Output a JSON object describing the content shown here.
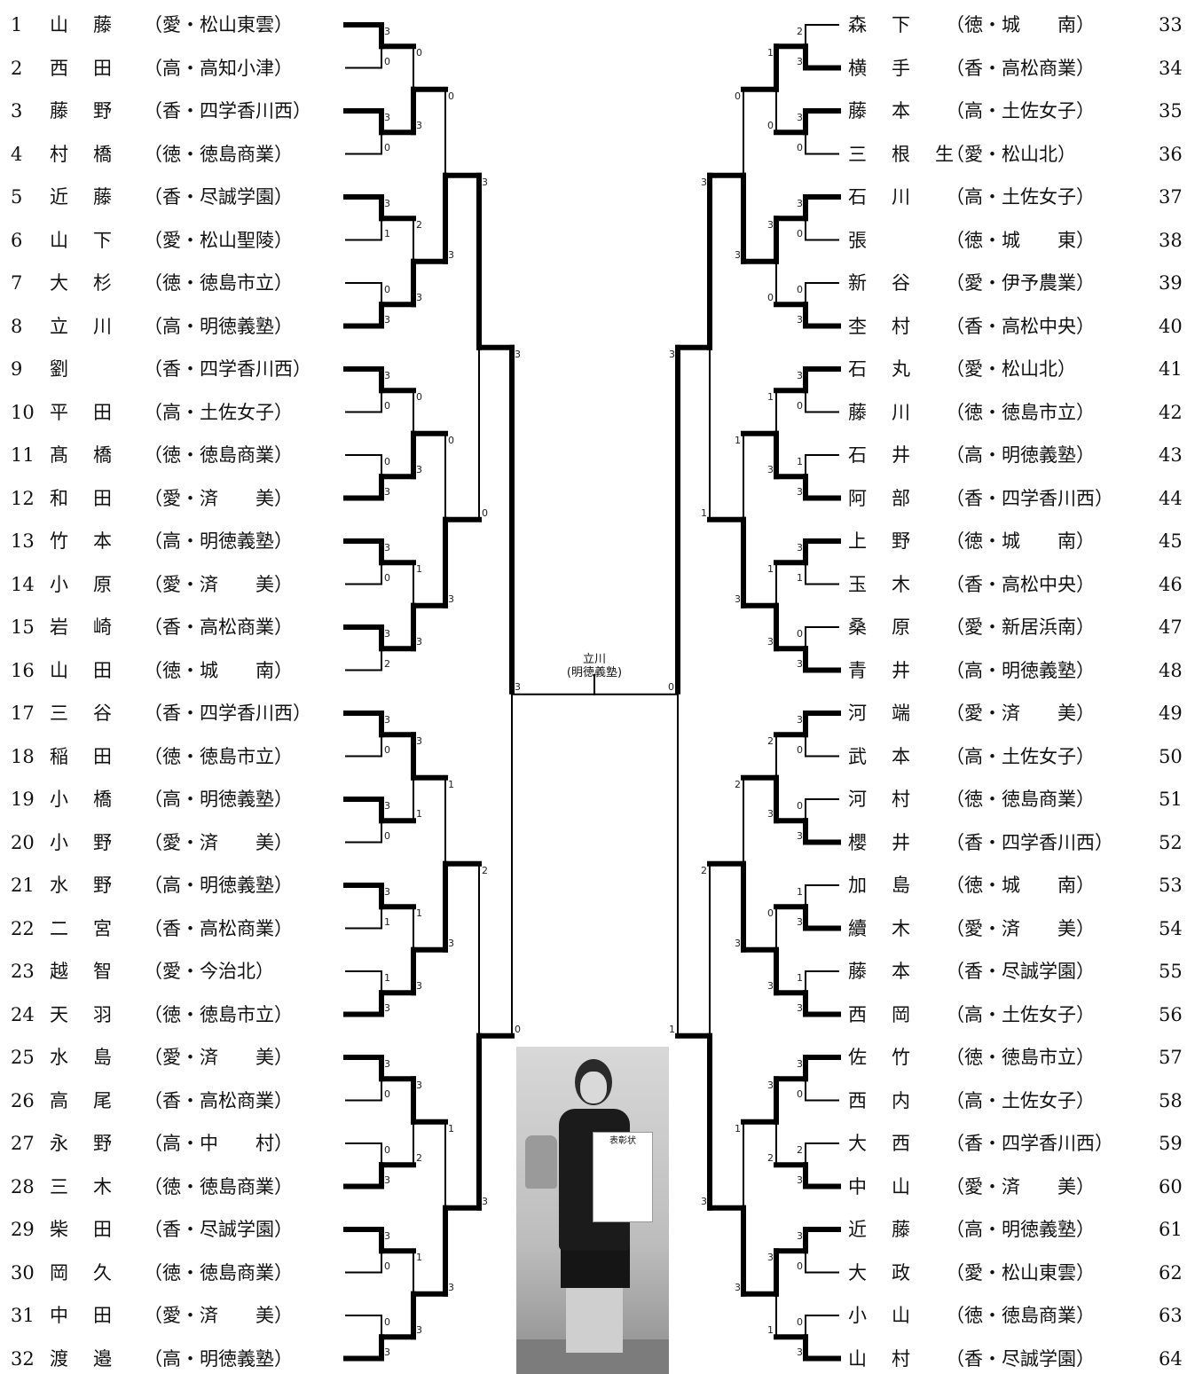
{
  "left_players": [
    {
      "num": "1",
      "name": "山藤",
      "school": "（愛・松山東雲）",
      "win": true
    },
    {
      "num": "2",
      "name": "西田",
      "school": "（高・高知小津）",
      "win": false
    },
    {
      "num": "3",
      "name": "藤野",
      "school": "（香・四学香川西）",
      "win": true
    },
    {
      "num": "4",
      "name": "村橋",
      "school": "（徳・徳島商業）",
      "win": false
    },
    {
      "num": "5",
      "name": "近藤",
      "school": "（香・尽誠学園）",
      "win": true
    },
    {
      "num": "6",
      "name": "山下",
      "school": "（愛・松山聖陵）",
      "win": false
    },
    {
      "num": "7",
      "name": "大杉",
      "school": "（徳・徳島市立）",
      "win": false
    },
    {
      "num": "8",
      "name": "立川",
      "school": "（高・明徳義塾）",
      "win": true
    },
    {
      "num": "9",
      "name": "劉",
      "school": "（香・四学香川西）",
      "win": true
    },
    {
      "num": "10",
      "name": "平田",
      "school": "（高・土佐女子）",
      "win": false
    },
    {
      "num": "11",
      "name": "髙橋",
      "school": "（徳・徳島商業）",
      "win": false
    },
    {
      "num": "12",
      "name": "和田",
      "school": "（愛・済　　美）",
      "win": true
    },
    {
      "num": "13",
      "name": "竹本",
      "school": "（高・明徳義塾）",
      "win": true
    },
    {
      "num": "14",
      "name": "小原",
      "school": "（愛・済　　美）",
      "win": false
    },
    {
      "num": "15",
      "name": "岩崎",
      "school": "（香・高松商業）",
      "win": true
    },
    {
      "num": "16",
      "name": "山田",
      "school": "（徳・城　　南）",
      "win": false
    },
    {
      "num": "17",
      "name": "三谷",
      "school": "（香・四学香川西）",
      "win": true
    },
    {
      "num": "18",
      "name": "稲田",
      "school": "（徳・徳島市立）",
      "win": false
    },
    {
      "num": "19",
      "name": "小橋",
      "school": "（高・明徳義塾）",
      "win": true
    },
    {
      "num": "20",
      "name": "小野",
      "school": "（愛・済　　美）",
      "win": false
    },
    {
      "num": "21",
      "name": "水野",
      "school": "（高・明徳義塾）",
      "win": true
    },
    {
      "num": "22",
      "name": "二宮",
      "school": "（香・高松商業）",
      "win": false
    },
    {
      "num": "23",
      "name": "越智",
      "school": "（愛・今治北）",
      "win": false
    },
    {
      "num": "24",
      "name": "天羽",
      "school": "（徳・徳島市立）",
      "win": true
    },
    {
      "num": "25",
      "name": "水島",
      "school": "（愛・済　　美）",
      "win": true
    },
    {
      "num": "26",
      "name": "高尾",
      "school": "（香・高松商業）",
      "win": false
    },
    {
      "num": "27",
      "name": "永野",
      "school": "（高・中　　村）",
      "win": false
    },
    {
      "num": "28",
      "name": "三木",
      "school": "（徳・徳島商業）",
      "win": true
    },
    {
      "num": "29",
      "name": "柴田",
      "school": "（香・尽誠学園）",
      "win": true
    },
    {
      "num": "30",
      "name": "岡久",
      "school": "（徳・徳島商業）",
      "win": false
    },
    {
      "num": "31",
      "name": "中田",
      "school": "（愛・済　　美）",
      "win": false
    },
    {
      "num": "32",
      "name": "渡邉",
      "school": "（高・明徳義塾）",
      "win": true
    }
  ],
  "right_players": [
    {
      "num": "33",
      "name": "森下",
      "school": "（徳・城　　南）",
      "win": false
    },
    {
      "num": "34",
      "name": "横手",
      "school": "（香・高松商業）",
      "win": true
    },
    {
      "num": "35",
      "name": "藤本",
      "school": "（高・土佐女子）",
      "win": true
    },
    {
      "num": "36",
      "name": "三根生",
      "school": "（愛・松山北）",
      "win": false
    },
    {
      "num": "37",
      "name": "石川",
      "school": "（高・土佐女子）",
      "win": true
    },
    {
      "num": "38",
      "name": "張",
      "school": "（徳・城　　東）",
      "win": false
    },
    {
      "num": "39",
      "name": "新谷",
      "school": "（愛・伊予農業）",
      "win": false
    },
    {
      "num": "40",
      "name": "杢村",
      "school": "（香・高松中央）",
      "win": true
    },
    {
      "num": "41",
      "name": "石丸",
      "school": "（愛・松山北）",
      "win": true
    },
    {
      "num": "42",
      "name": "藤川",
      "school": "（徳・徳島市立）",
      "win": false
    },
    {
      "num": "43",
      "name": "石井",
      "school": "（高・明徳義塾）",
      "win": false
    },
    {
      "num": "44",
      "name": "阿部",
      "school": "（香・四学香川西）",
      "win": true
    },
    {
      "num": "45",
      "name": "上野",
      "school": "（徳・城　　南）",
      "win": true
    },
    {
      "num": "46",
      "name": "玉木",
      "school": "（香・高松中央）",
      "win": false
    },
    {
      "num": "47",
      "name": "桑原",
      "school": "（愛・新居浜南）",
      "win": false
    },
    {
      "num": "48",
      "name": "青井",
      "school": "（高・明徳義塾）",
      "win": true
    },
    {
      "num": "49",
      "name": "河端",
      "school": "（愛・済　　美）",
      "win": true
    },
    {
      "num": "50",
      "name": "武本",
      "school": "（高・土佐女子）",
      "win": false
    },
    {
      "num": "51",
      "name": "河村",
      "school": "（徳・徳島商業）",
      "win": false
    },
    {
      "num": "52",
      "name": "櫻井",
      "school": "（香・四学香川西）",
      "win": true
    },
    {
      "num": "53",
      "name": "加島",
      "school": "（徳・城　　南）",
      "win": false
    },
    {
      "num": "54",
      "name": "續木",
      "school": "（愛・済　　美）",
      "win": true
    },
    {
      "num": "55",
      "name": "藤本",
      "school": "（香・尽誠学園）",
      "win": false
    },
    {
      "num": "56",
      "name": "西岡",
      "school": "（高・土佐女子）",
      "win": true
    },
    {
      "num": "57",
      "name": "佐竹",
      "school": "（徳・徳島市立）",
      "win": true
    },
    {
      "num": "58",
      "name": "西内",
      "school": "（高・土佐女子）",
      "win": false
    },
    {
      "num": "59",
      "name": "大西",
      "school": "（香・四学香川西）",
      "win": false
    },
    {
      "num": "60",
      "name": "中山",
      "school": "（愛・済　　美）",
      "win": true
    },
    {
      "num": "61",
      "name": "近藤",
      "school": "（高・明徳義塾）",
      "win": true
    },
    {
      "num": "62",
      "name": "大政",
      "school": "（愛・松山東雲）",
      "win": false
    },
    {
      "num": "63",
      "name": "小山",
      "school": "（徳・徳島商業）",
      "win": false
    },
    {
      "num": "64",
      "name": "山村",
      "school": "（香・尽誠学園）",
      "win": true
    }
  ],
  "left_r1_scores": [
    "3",
    "0",
    "3",
    "0",
    "3",
    "1",
    "0",
    "3",
    "3",
    "0",
    "0",
    "3",
    "3",
    "0",
    "3",
    "2",
    "3",
    "0",
    "3",
    "0",
    "3",
    "1",
    "1",
    "3",
    "3",
    "0",
    "0",
    "3",
    "3",
    "0",
    "0",
    "3"
  ],
  "left_r2_scores": [
    "0",
    "3",
    "2",
    "3",
    "0",
    "3",
    "1",
    "3",
    "3",
    "1",
    "1",
    "3",
    "3",
    "2",
    "1",
    "3"
  ],
  "left_r3_scores": [
    "0",
    "3",
    "0",
    "3",
    "1",
    "3",
    "1",
    "3"
  ],
  "left_r4_scores": [
    "3",
    "0",
    "2",
    "3"
  ],
  "left_r5_scores": [
    "3",
    "0"
  ],
  "right_r1_scores": [
    "2",
    "3",
    "3",
    "0",
    "3",
    "0",
    "0",
    "3",
    "3",
    "0",
    "1",
    "3",
    "3",
    "1",
    "0",
    "3",
    "3",
    "0",
    "0",
    "3",
    "1",
    "3",
    "1",
    "3",
    "3",
    "0",
    "2",
    "3",
    "3",
    "0",
    "0",
    "3"
  ],
  "right_r2_scores": [
    "1",
    "0",
    "3",
    "0",
    "1",
    "3",
    "1",
    "3",
    "2",
    "3",
    "0",
    "3",
    "3",
    "2",
    "3",
    "1"
  ],
  "right_r3_scores": [
    "0",
    "3",
    "1",
    "3",
    "2",
    "3",
    "1",
    "3"
  ],
  "right_r4_scores": [
    "3",
    "1",
    "2",
    "3"
  ],
  "right_r5_scores": [
    "3",
    "1"
  ],
  "final_scores": {
    "left": "3",
    "right": "0"
  },
  "champion": {
    "name": "立川",
    "school": "(明徳義塾)"
  },
  "photo_caption": "表彰状"
}
